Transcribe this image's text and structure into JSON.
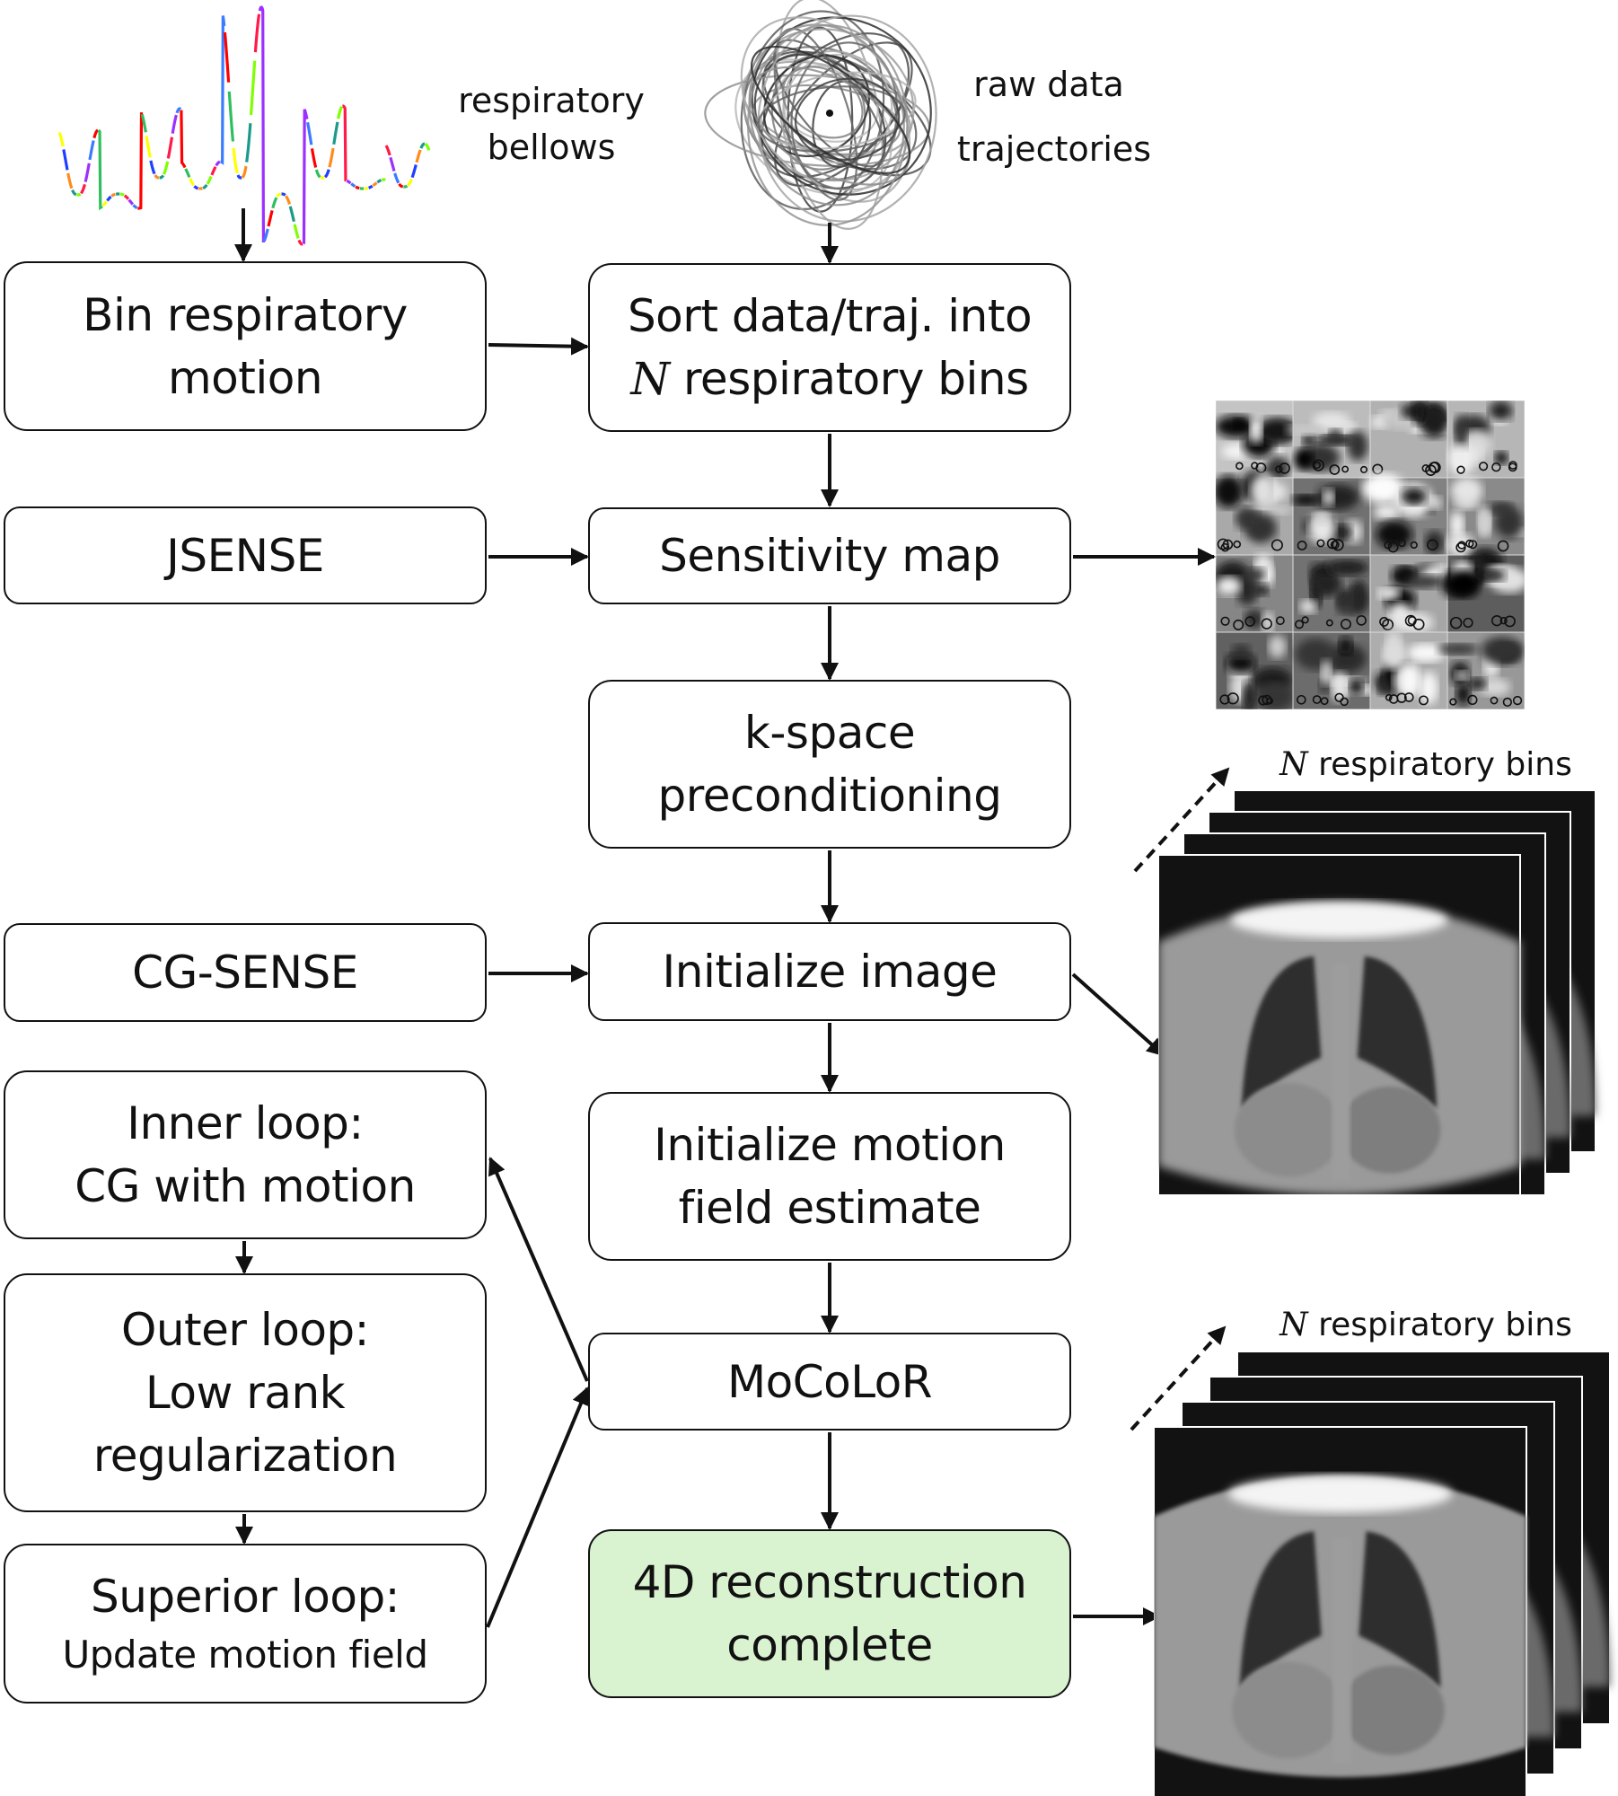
{
  "inputs": {
    "bellows": {
      "label_line1": "respiratory",
      "label_line2": "bellows",
      "segment_colors": [
        "#ffff00",
        "#1f3fff",
        "#ff8c1a",
        "#1a9a8a",
        "#7fff00",
        "#ff1a4a",
        "#9b30ff",
        "#3a7bff",
        "#ff0000",
        "#2fbf5f"
      ]
    },
    "raw_data": {
      "label_line1": "raw data",
      "label_line2": "trajectories"
    }
  },
  "left_column": [
    {
      "id": "bin",
      "lines": [
        "Bin respiratory",
        "motion"
      ]
    },
    {
      "id": "jsense",
      "lines": [
        "JSENSE"
      ]
    },
    {
      "id": "cgsense",
      "lines": [
        "CG-SENSE"
      ]
    },
    {
      "id": "inner",
      "lines": [
        "Inner loop:",
        "CG with motion"
      ]
    },
    {
      "id": "outer",
      "lines": [
        "Outer loop:",
        "Low rank",
        "regularization"
      ]
    },
    {
      "id": "superior",
      "lines": [
        "Superior loop:"
      ],
      "sub": "Update motion field"
    }
  ],
  "main_column": [
    {
      "id": "sort",
      "line1": "Sort data/traj. into",
      "line2_var": "N",
      "line2_rest": " respiratory bins"
    },
    {
      "id": "sensmap",
      "lines": [
        "Sensitivity map"
      ]
    },
    {
      "id": "kspace",
      "lines": [
        "k-space",
        "preconditioning"
      ]
    },
    {
      "id": "initimg",
      "lines": [
        "Initialize image"
      ]
    },
    {
      "id": "initmotion",
      "lines": [
        "Initialize motion",
        "field estimate"
      ]
    },
    {
      "id": "mocolor",
      "lines": [
        "MoCoLoR"
      ]
    },
    {
      "id": "recon",
      "lines": [
        "4D reconstruction",
        "complete"
      ],
      "fill": "#d9f2d0"
    }
  ],
  "outputs": {
    "sensitivity_map": {
      "grid": "4x4"
    },
    "init_stack": {
      "label_var": "N",
      "label_rest": " respiratory bins",
      "frames": 4
    },
    "final_stack": {
      "label_var": "N",
      "label_rest": " respiratory bins",
      "frames": 4
    }
  }
}
